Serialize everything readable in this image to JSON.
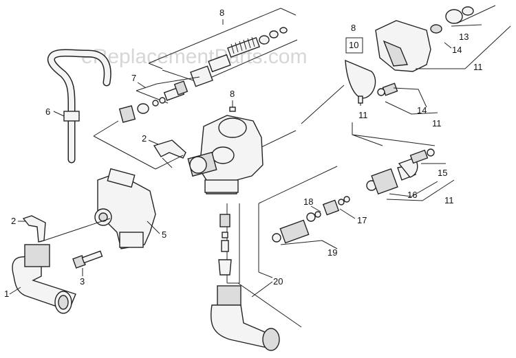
{
  "watermark": "eReplacementParts.com",
  "labels": {
    "l1": "1",
    "l2a": "2",
    "l2b": "2",
    "l3": "3",
    "l5": "5",
    "l6": "6",
    "l7": "7",
    "l8a": "8",
    "l8b": "8",
    "l8c": "8",
    "l10": "10",
    "l11a": "11",
    "l11b": "11",
    "l11c": "11",
    "l11d": "11",
    "l13": "13",
    "l14a": "14",
    "l14b": "14",
    "l15": "15",
    "l16": "16",
    "l17": "17",
    "l18": "18",
    "l19": "19",
    "l20": "20"
  }
}
